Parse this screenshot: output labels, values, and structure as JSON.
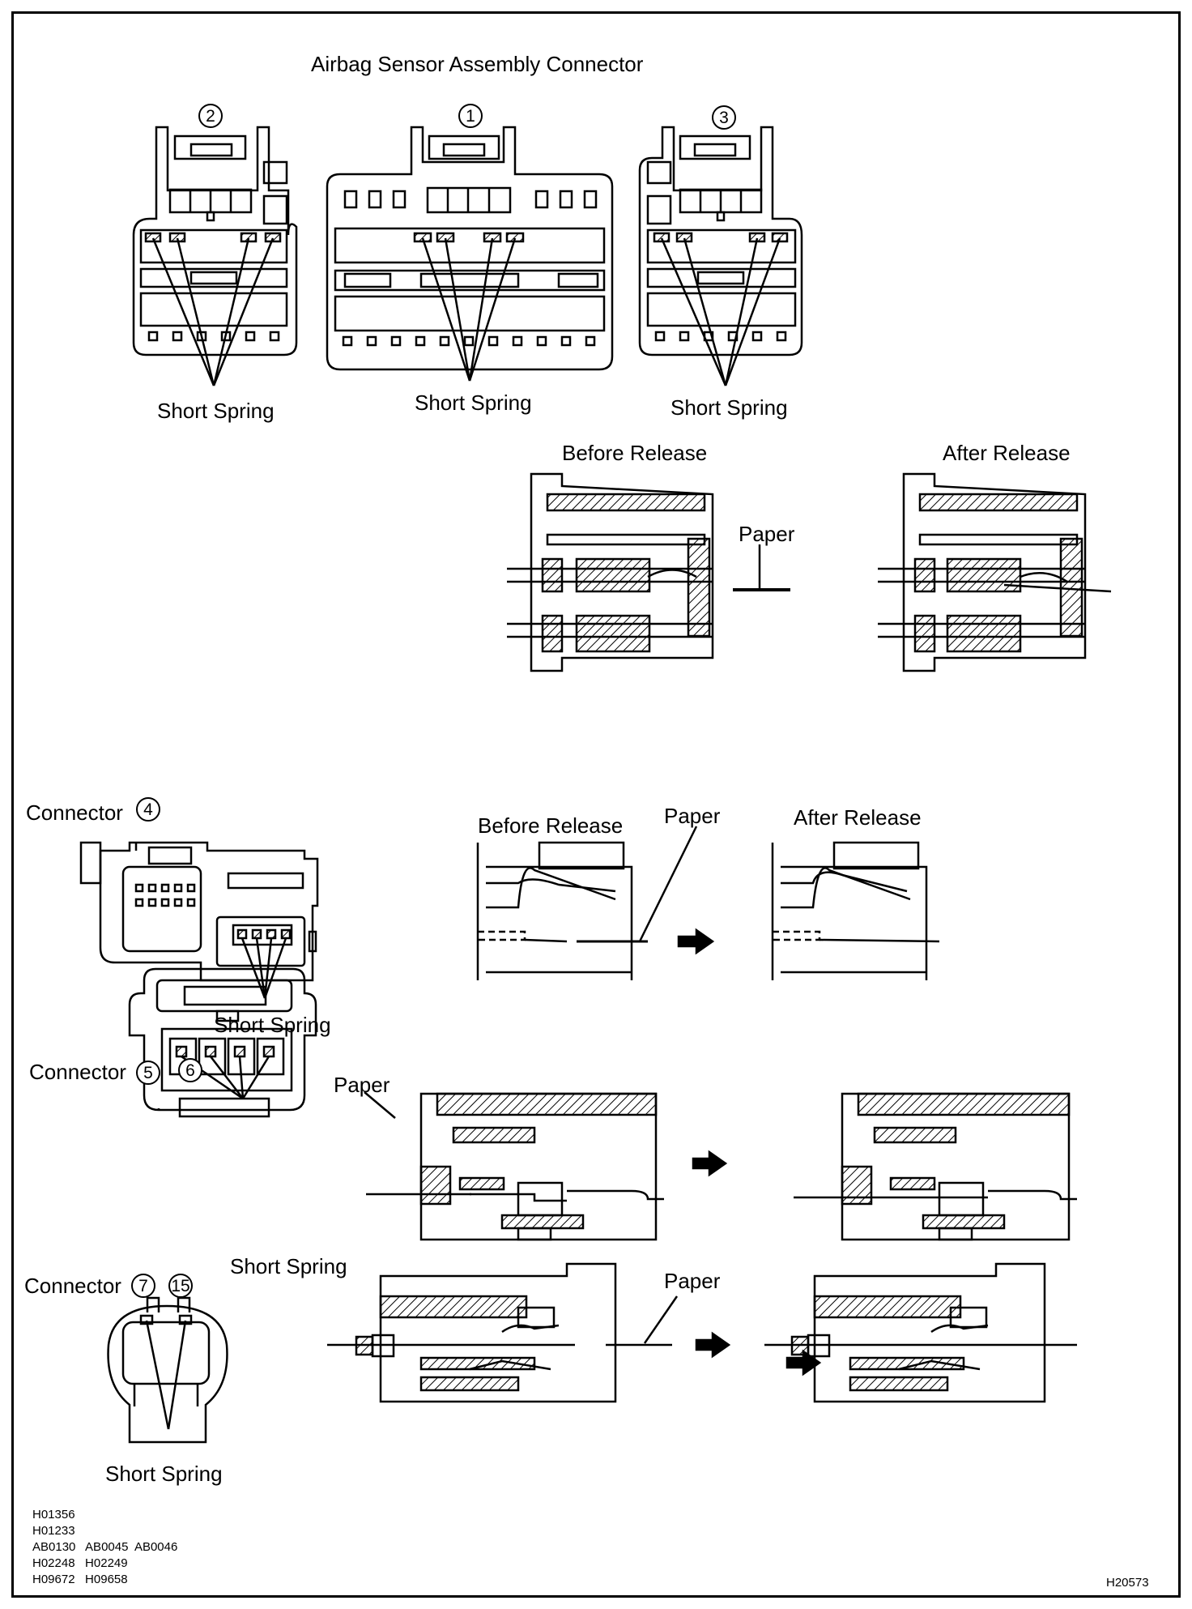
{
  "title": "Airbag Sensor Assembly Connector",
  "connector_numbers": {
    "c1": "1",
    "c2": "2",
    "c3": "3",
    "c4": "4",
    "c5": "5",
    "c6": "6",
    "c7": "7",
    "c15": "15"
  },
  "labels": {
    "short_spring": "Short Spring",
    "before_release": "Before Release",
    "after_release": "After Release",
    "paper": "Paper",
    "connector": "Connector"
  },
  "codes": [
    "H01356",
    "H01233",
    "AB0130   AB0045  AB0046",
    "H02248   H02249",
    "H09672   H09658"
  ],
  "figure_id": "H20573"
}
